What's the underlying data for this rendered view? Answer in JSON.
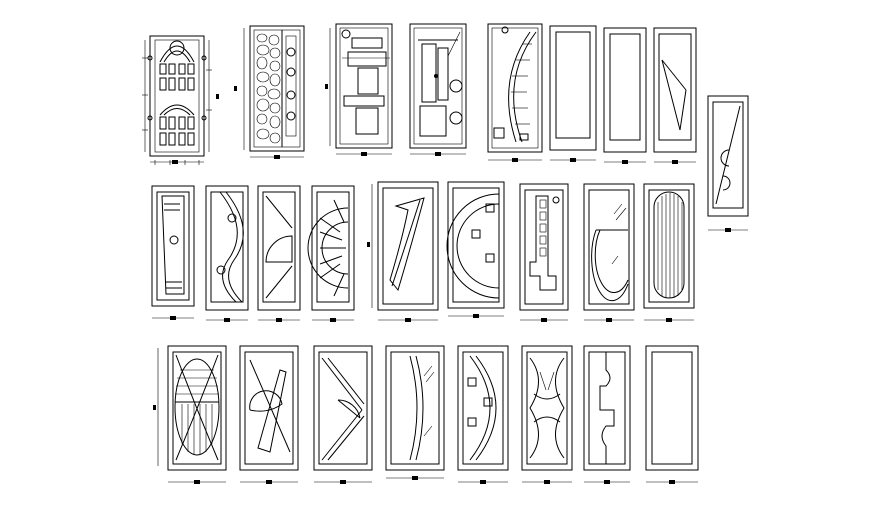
{
  "drawing": {
    "row_1": [
      "ornate-carved-door",
      "stone-panel-door",
      "detailed-section-door-1",
      "detailed-section-door-2",
      "arched-segment-door",
      "plain-panel-door-a",
      "plain-panel-door-b",
      "diagonal-line-door",
      "wave-circle-door"
    ],
    "row_2": [
      "slanted-panel-door",
      "s-curve-door",
      "half-sun-door",
      "sunburst-door",
      "curved-blade-door",
      "arc-squares-door",
      "stepped-ladder-door",
      "glass-arc-door",
      "vertical-oval-door"
    ],
    "row_3": [
      "striped-oval-door",
      "crossed-blade-door",
      "triangle-arc-door",
      "curved-glass-door",
      "arc-squares-door-2",
      "petal-cross-door",
      "step-wave-door",
      "plain-panel-door-c"
    ]
  }
}
